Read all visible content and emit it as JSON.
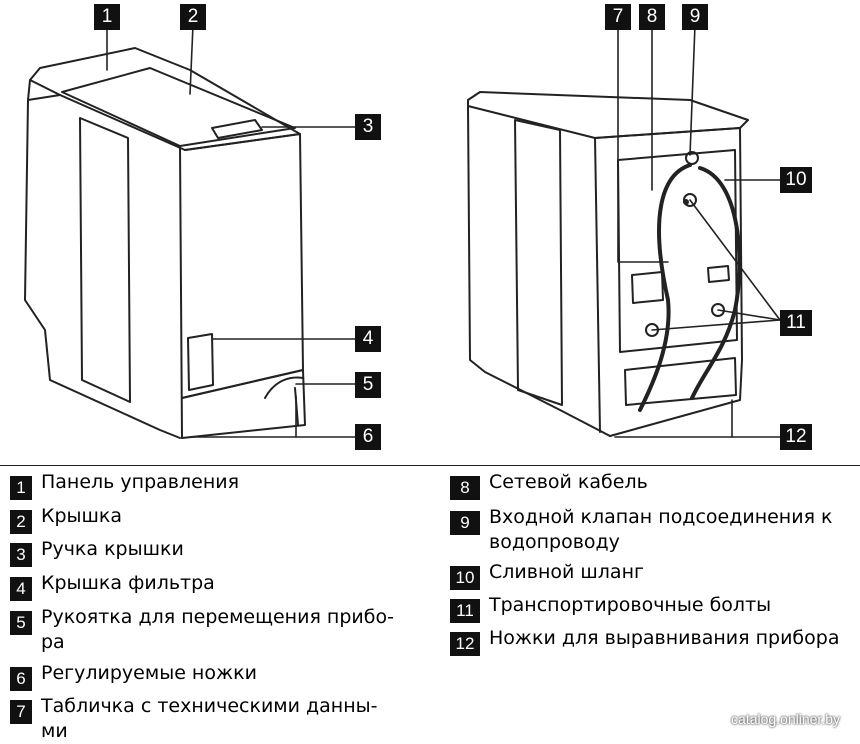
{
  "callouts": [
    "1",
    "2",
    "3",
    "4",
    "5",
    "6",
    "7",
    "8",
    "9",
    "10",
    "11",
    "12"
  ],
  "legend_left": [
    {
      "num": "1",
      "text": "Панель управления"
    },
    {
      "num": "2",
      "text": "Крышка"
    },
    {
      "num": "3",
      "text": "Ручка крышки"
    },
    {
      "num": "4",
      "text": "Крышка фильтра"
    },
    {
      "num": "5",
      "text": "Рукоятка для перемещения прибо-\nра"
    },
    {
      "num": "6",
      "text": "Регулируемые ножки"
    },
    {
      "num": "7",
      "text": "Табличка с техническими данны-\nми"
    }
  ],
  "legend_right": [
    {
      "num": "8",
      "text": "Сетевой кабель"
    },
    {
      "num": "9",
      "text": "Входной клапан подсоединения к\nводопроводу"
    },
    {
      "num": "10",
      "text": "Сливной шланг"
    },
    {
      "num": "11",
      "text": "Транспортировочные болты"
    },
    {
      "num": "12",
      "text": "Ножки для выравнивания прибора"
    }
  ],
  "watermark": "catalog.onliner.by"
}
